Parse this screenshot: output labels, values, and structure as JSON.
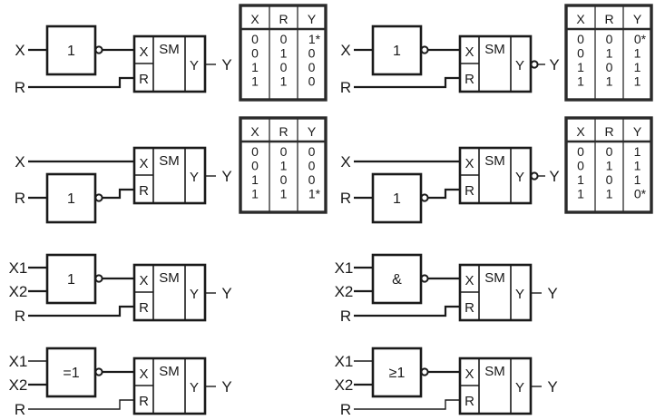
{
  "colors": {
    "ink": "#1a1a1a",
    "background": "#ffffff"
  },
  "sm_block": {
    "title": "SM",
    "set_label": "X",
    "reset_label": "R",
    "output_label": "Y"
  },
  "circuits": [
    {
      "id": "c1",
      "inputs": [
        {
          "label": "X",
          "role": "set"
        }
      ],
      "gate": {
        "symbol": "1",
        "position": "set",
        "inverted_output": true
      },
      "reset_input": {
        "label": "R",
        "inverted": false
      },
      "output": {
        "label": "Y",
        "inverted": false
      },
      "truth_table": {
        "headers": [
          "X",
          "R",
          "Y"
        ],
        "rows": [
          [
            "0",
            "0",
            "1*"
          ],
          [
            "0",
            "1",
            "0"
          ],
          [
            "1",
            "0",
            "0"
          ],
          [
            "1",
            "1",
            "0"
          ]
        ]
      }
    },
    {
      "id": "c2",
      "inputs": [
        {
          "label": "X",
          "role": "set"
        }
      ],
      "gate": {
        "symbol": "1",
        "position": "set",
        "inverted_output": true
      },
      "reset_input": {
        "label": "R",
        "inverted": false
      },
      "output": {
        "label": "Y",
        "inverted": true
      },
      "truth_table": {
        "headers": [
          "X",
          "R",
          "Y"
        ],
        "rows": [
          [
            "0",
            "0",
            "0*"
          ],
          [
            "0",
            "1",
            "1"
          ],
          [
            "1",
            "0",
            "1"
          ],
          [
            "1",
            "1",
            "1"
          ]
        ]
      }
    },
    {
      "id": "c3",
      "inputs": [
        {
          "label": "X",
          "role": "set"
        }
      ],
      "gate": {
        "symbol": "1",
        "position": "reset",
        "inverted_output": true
      },
      "reset_input": {
        "label": "R",
        "inverted": true
      },
      "output": {
        "label": "Y",
        "inverted": false
      },
      "truth_table": {
        "headers": [
          "X",
          "R",
          "Y"
        ],
        "rows": [
          [
            "0",
            "0",
            "0"
          ],
          [
            "0",
            "1",
            "0"
          ],
          [
            "1",
            "0",
            "0"
          ],
          [
            "1",
            "1",
            "1*"
          ]
        ]
      }
    },
    {
      "id": "c4",
      "inputs": [
        {
          "label": "X",
          "role": "set"
        }
      ],
      "gate": {
        "symbol": "1",
        "position": "reset",
        "inverted_output": true
      },
      "reset_input": {
        "label": "R",
        "inverted": true
      },
      "output": {
        "label": "Y",
        "inverted": true
      },
      "truth_table": {
        "headers": [
          "X",
          "R",
          "Y"
        ],
        "rows": [
          [
            "0",
            "0",
            "1"
          ],
          [
            "0",
            "1",
            "1"
          ],
          [
            "1",
            "0",
            "1"
          ],
          [
            "1",
            "1",
            "0*"
          ]
        ]
      }
    },
    {
      "id": "c5",
      "inputs": [
        {
          "label": "X1"
        },
        {
          "label": "X2"
        }
      ],
      "gate": {
        "symbol": "1",
        "position": "set",
        "inverted_output": true
      },
      "reset_input": {
        "label": "R",
        "inverted": false
      },
      "output": {
        "label": "Y",
        "inverted": false
      }
    },
    {
      "id": "c6",
      "inputs": [
        {
          "label": "X1"
        },
        {
          "label": "X2"
        }
      ],
      "gate": {
        "symbol": "&",
        "position": "set",
        "inverted_output": true
      },
      "reset_input": {
        "label": "R",
        "inverted": false
      },
      "output": {
        "label": "Y",
        "inverted": false
      }
    },
    {
      "id": "c7",
      "inputs": [
        {
          "label": "X1"
        },
        {
          "label": "X2"
        }
      ],
      "gate": {
        "symbol": "=1",
        "position": "set",
        "inverted_output": true
      },
      "reset_input": {
        "label": "R",
        "inverted": false
      },
      "output": {
        "label": "Y",
        "inverted": false
      }
    },
    {
      "id": "c8",
      "inputs": [
        {
          "label": "X1"
        },
        {
          "label": "X2"
        }
      ],
      "gate": {
        "symbol": "≥1",
        "position": "set",
        "inverted_output": true
      },
      "reset_input": {
        "label": "R",
        "inverted": false
      },
      "output": {
        "label": "Y",
        "inverted": false
      }
    }
  ]
}
